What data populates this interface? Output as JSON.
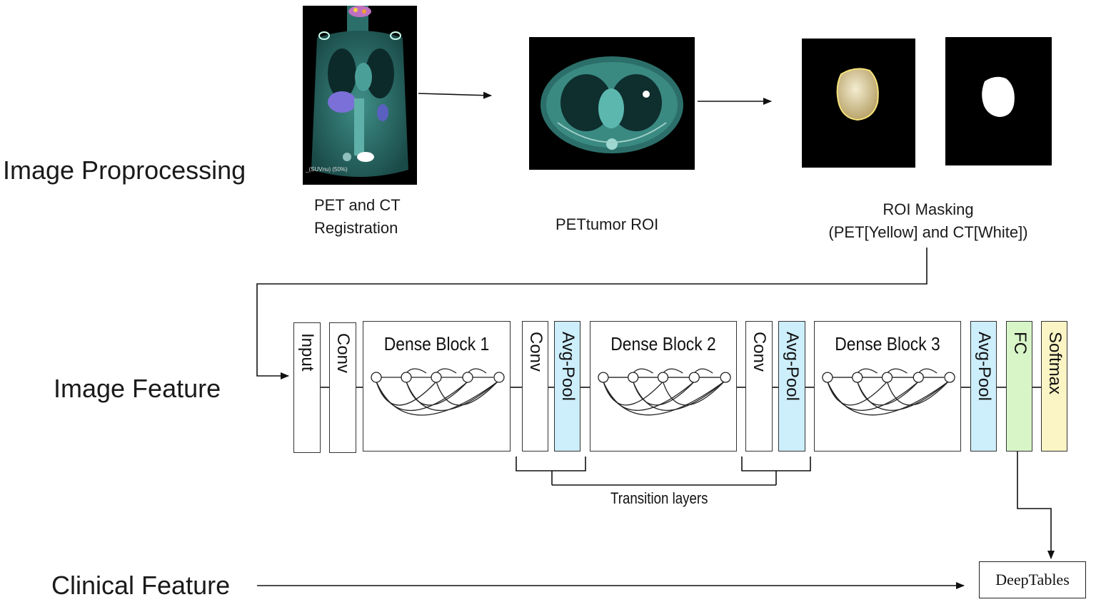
{
  "sections": {
    "preprocessing": "Image Proprocessing",
    "image_feature": "Image Feature",
    "clinical_feature": "Clinical Feature"
  },
  "preprocessing": {
    "registration_caption_line1": "PET and CT",
    "registration_caption_line2": "Registration",
    "roi_caption": "PETtumor ROI",
    "masking_caption_line1": "ROI Masking",
    "masking_caption_line2": "(PET[Yellow] and CT[White])",
    "coronal_overlay_text": "_(SUVnu) (50%)"
  },
  "network": {
    "input": "Input",
    "conv1": "Conv",
    "dense1": "Dense Block 1",
    "conv2": "Conv",
    "pool1": "Avg-Pool",
    "dense2": "Dense Block 2",
    "conv3": "Conv",
    "pool2": "Avg-Pool",
    "dense3": "Dense Block 3",
    "pool3": "Avg-Pool",
    "fc": "FC",
    "softmax": "Softmax",
    "transition_label": "Transition layers"
  },
  "output": {
    "deeptables": "DeepTables"
  },
  "colors": {
    "pool": "#cdeefb",
    "fc": "#d8f5c8",
    "softmax": "#fbf4c4",
    "mask_yellow": "#d9c98f",
    "scan_tint": "#3f8f88"
  }
}
